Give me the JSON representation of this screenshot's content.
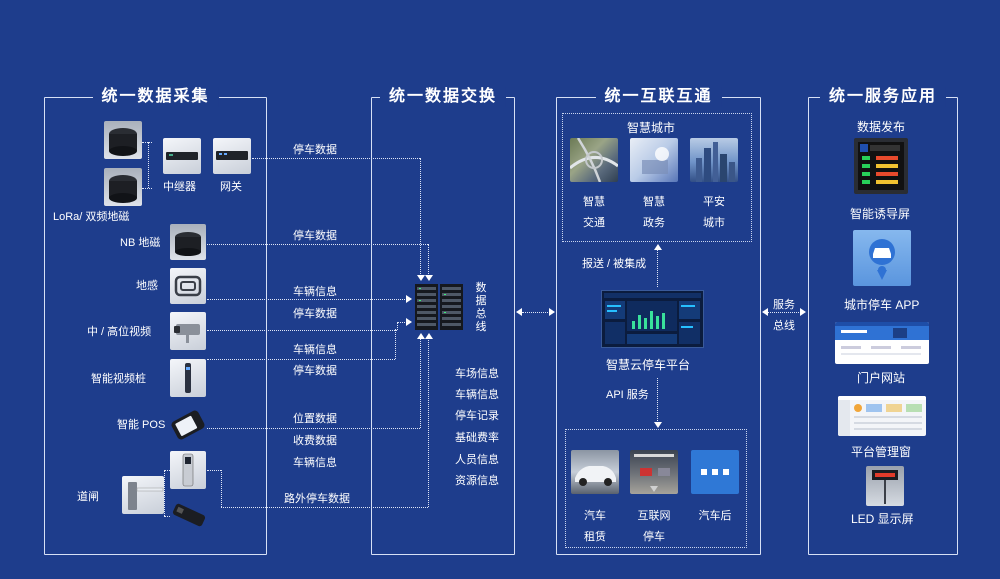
{
  "panels": {
    "collect": "统一数据采集",
    "exchange": "统一数据交换",
    "interconnect": "统一互联互通",
    "service": "统一服务应用"
  },
  "collect": {
    "repeater": "中继器",
    "gateway": "网关",
    "lora": "LoRa/ 双频地磁",
    "nb": "NB 地磁",
    "loop": "地感",
    "video": "中 / 高位视频",
    "pile": "智能视频桩",
    "pos": "智能 POS",
    "gate": "道闸"
  },
  "flows": {
    "f1": "停车数据",
    "f2": "停车数据",
    "f3a": "车辆信息",
    "f3b": "停车数据",
    "f4a": "车辆信息",
    "f4b": "停车数据",
    "f5a": "位置数据",
    "f5b": "收费数据",
    "f5c": "车辆信息",
    "f6": "路外停车数据"
  },
  "bus": {
    "label": "数据总线",
    "chars": [
      "数",
      "据",
      "总",
      "线"
    ],
    "items": [
      "车场信息",
      "车辆信息",
      "停车记录",
      "基础费率",
      "人员信息",
      "资源信息"
    ]
  },
  "smart_city": {
    "title": "智慧城市",
    "items": [
      {
        "l1": "智慧",
        "l2": "交通"
      },
      {
        "l1": "智慧",
        "l2": "政务"
      },
      {
        "l1": "平安",
        "l2": "城市"
      }
    ]
  },
  "interconnect": {
    "report": "报送 / 被集成",
    "platform": "智慧云停车平台",
    "api": "API 服务",
    "apps": [
      {
        "l1": "汽车",
        "l2": "租赁"
      },
      {
        "l1": "互联网",
        "l2": "停车"
      },
      {
        "l1": "汽车后",
        "l2": ""
      }
    ]
  },
  "service_bus": {
    "l1": "服务",
    "l2": "总线"
  },
  "service": {
    "publish": "数据发布",
    "guide": "智能诱导屏",
    "app": "城市停车 APP",
    "portal": "门户网站",
    "admin": "平台管理窗",
    "led": "LED 显示屏"
  },
  "colors": {
    "background": "#1e3d8c",
    "line": "#dfe6f7",
    "app_tile": "#2f78d6"
  }
}
